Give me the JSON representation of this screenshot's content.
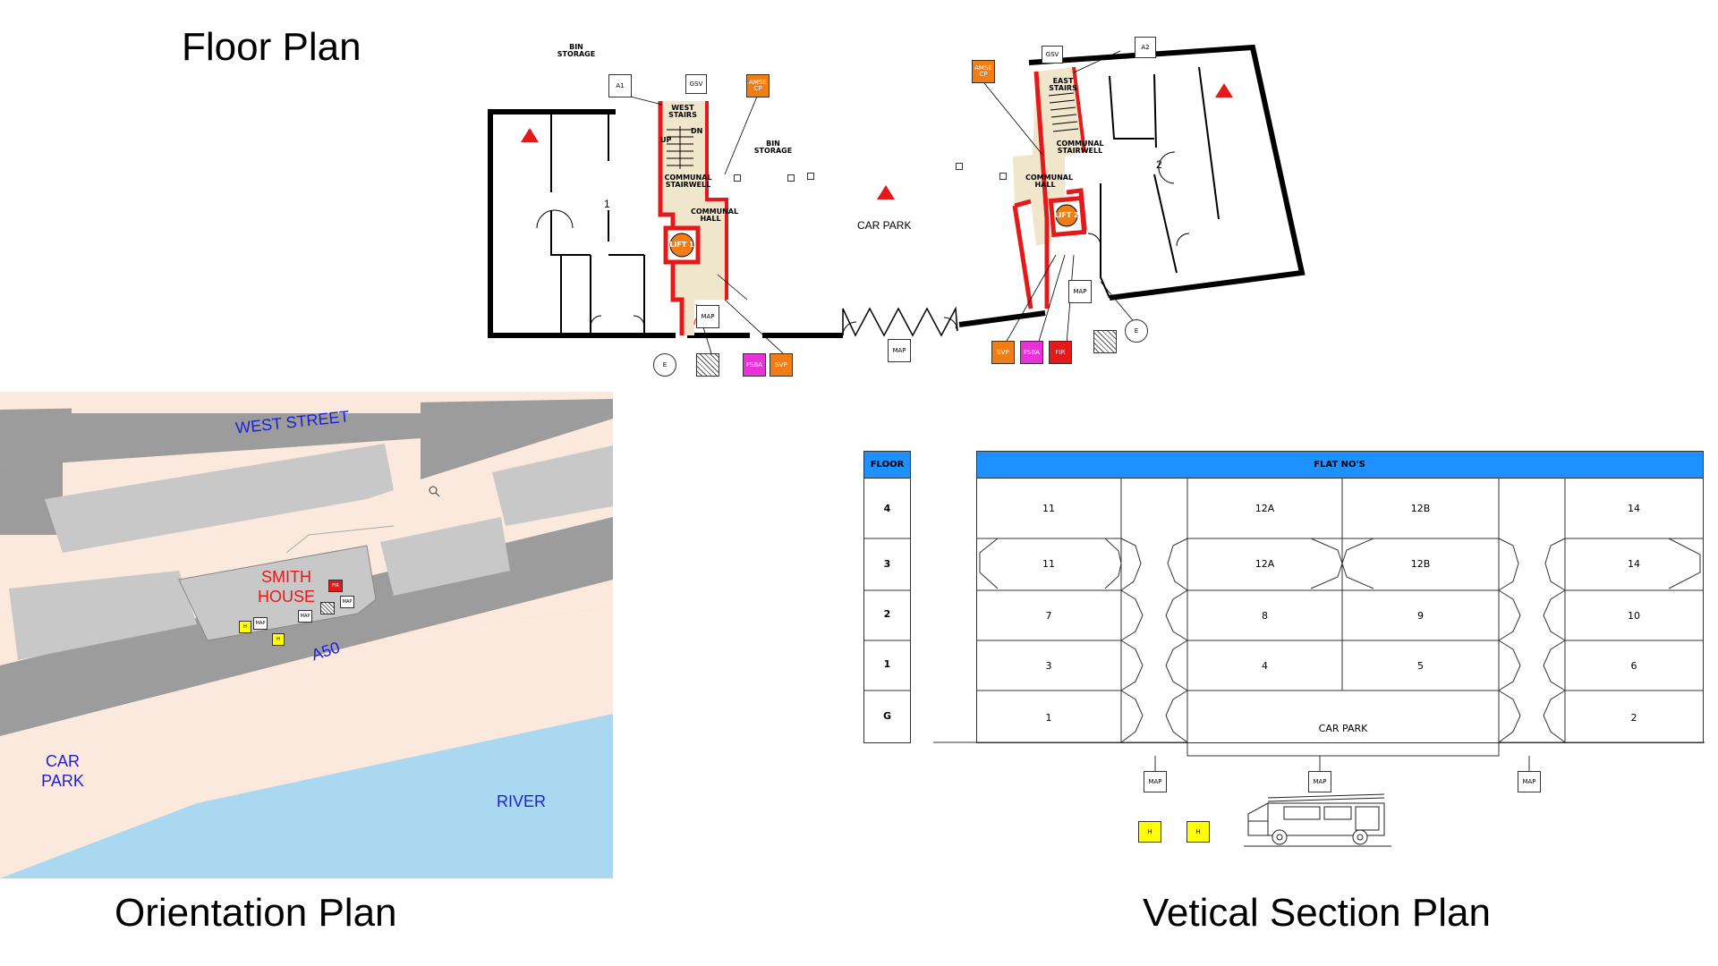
{
  "titles": {
    "floor_plan": "Floor Plan",
    "orientation_plan": "Orientation Plan",
    "section_plan": "Vetical Section Plan"
  },
  "floor_plan": {
    "bin_storage": "BIN STORAGE",
    "west_stairs": "WEST STAIRS",
    "east_stairs": "EAST STAIRS",
    "communal_stairwell": "COMMUNAL STAIRWELL",
    "communal_hall": "COMMUNAL HALL",
    "lift1": "LIFT 1",
    "lift2": "LIFT 2",
    "car_park": "CAR PARK",
    "unit1": "1",
    "unit2": "2",
    "a1": "A1",
    "a2": "A2",
    "gsv": "GSV",
    "amse_cp": "AMSE CP",
    "map": "MAP",
    "e": "E",
    "fsba": "FSBA",
    "svp": "SVP",
    "fir": "FIR",
    "up": "UP",
    "dn": "DN"
  },
  "orientation": {
    "west_street": "WEST STREET",
    "smith_house": "SMITH HOUSE",
    "a50": "A50",
    "car_park": "CAR PARK",
    "river": "RIVER",
    "map": "MAP",
    "h": "H",
    "fir": "FIR"
  },
  "section": {
    "floor_header": "FLOOR",
    "flats_header": "FLAT NO'S",
    "floors": [
      "4",
      "3",
      "2",
      "1",
      "G"
    ],
    "col_a": [
      "11",
      "11",
      "7",
      "3",
      "1"
    ],
    "col_b": [
      "12A",
      "12A",
      "8",
      "4"
    ],
    "col_c": [
      "12B",
      "12B",
      "9",
      "5"
    ],
    "col_d": [
      "14",
      "14",
      "10",
      "6",
      "2"
    ],
    "car_park": "CAR PARK",
    "map": "MAP",
    "h": "H"
  },
  "colors": {
    "header_blue": "#1e90ff",
    "fire_red": "#e41a1a",
    "orange": "#f07e15",
    "magenta": "#e832d8",
    "river": "#aad8f0",
    "road": "#9c9c9c",
    "land": "#fbe9dd",
    "building": "#c8c8c8",
    "hall": "#efe6cc"
  }
}
